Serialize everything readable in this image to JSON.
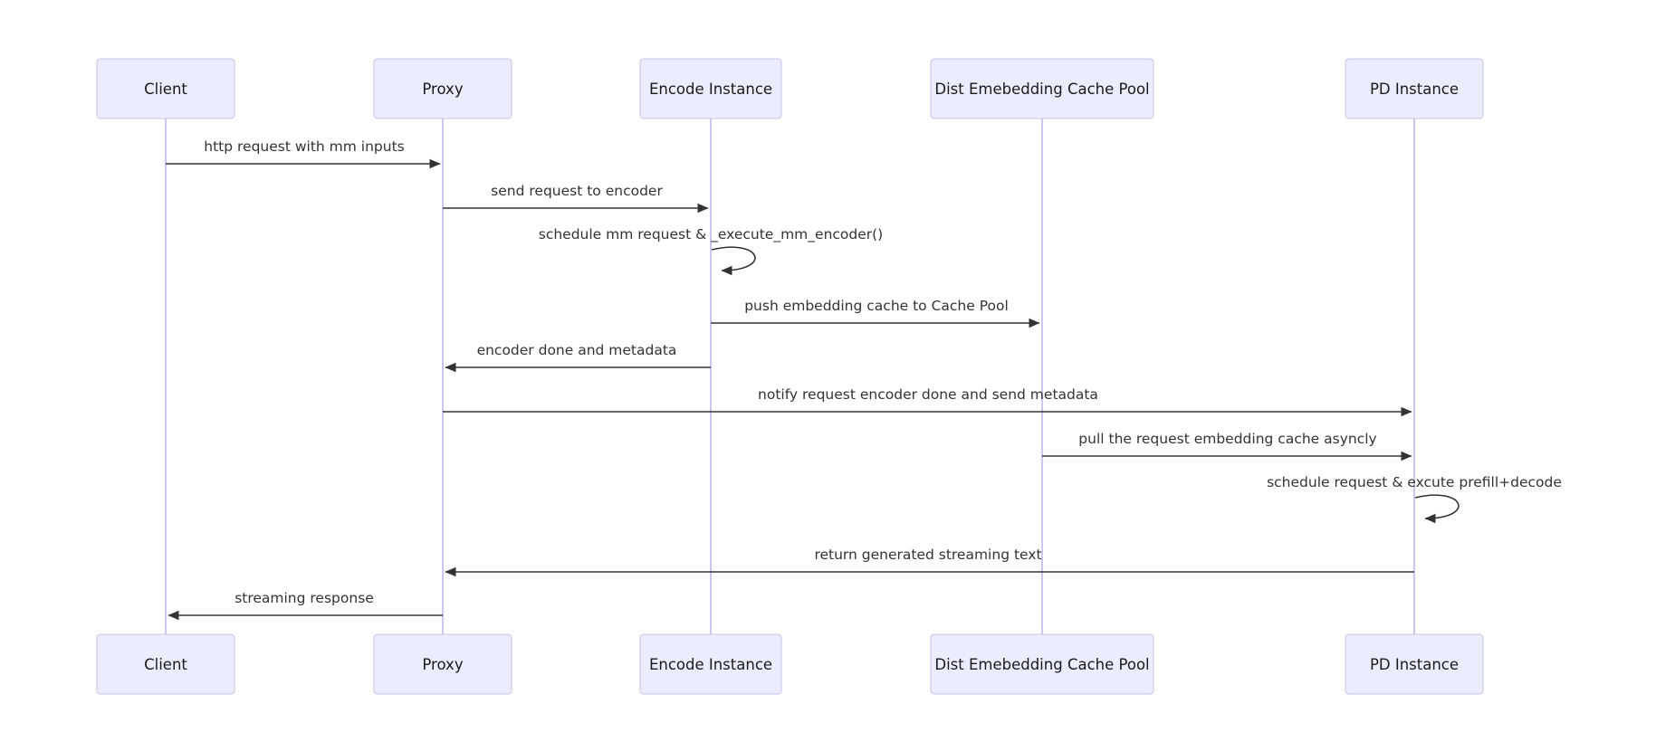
{
  "diagram": {
    "kind": "sequence-diagram",
    "colors": {
      "background": "#ffffff",
      "actor_fill": "#ECECFF",
      "actor_border": "#c6bfe9",
      "lifeline": "#ccc6ee",
      "arrow": "#333333",
      "text": "#333333"
    },
    "actors": [
      {
        "label": "Client"
      },
      {
        "label": "Proxy"
      },
      {
        "label": "Encode Instance"
      },
      {
        "label": "Dist Emebedding Cache Pool"
      },
      {
        "label": "PD Instance"
      }
    ],
    "messages": [
      {
        "from": "Client",
        "to": "Proxy",
        "label": "http request with mm inputs",
        "style": "solid-arrow"
      },
      {
        "from": "Proxy",
        "to": "Encode Instance",
        "label": "send request to encoder",
        "style": "solid-arrow"
      },
      {
        "from": "Encode Instance",
        "to": "Encode Instance",
        "label": "schedule mm request & _execute_mm_encoder()",
        "style": "self-loop"
      },
      {
        "from": "Encode Instance",
        "to": "Dist Emebedding Cache Pool",
        "label": "push embedding cache to Cache Pool",
        "style": "solid-arrow"
      },
      {
        "from": "Encode Instance",
        "to": "Proxy",
        "label": "encoder done and metadata",
        "style": "solid-arrow"
      },
      {
        "from": "Proxy",
        "to": "PD Instance",
        "label": "notify request encoder done and send metadata",
        "style": "solid-arrow"
      },
      {
        "from": "Dist Emebedding Cache Pool",
        "to": "PD Instance",
        "label": "pull the request embedding cache asyncly",
        "style": "solid-arrow"
      },
      {
        "from": "PD Instance",
        "to": "PD Instance",
        "label": "schedule request & excute prefill+decode",
        "style": "self-loop"
      },
      {
        "from": "PD Instance",
        "to": "Proxy",
        "label": "return generated streaming text",
        "style": "solid-arrow"
      },
      {
        "from": "Proxy",
        "to": "Client",
        "label": "streaming response",
        "style": "solid-arrow"
      }
    ]
  }
}
